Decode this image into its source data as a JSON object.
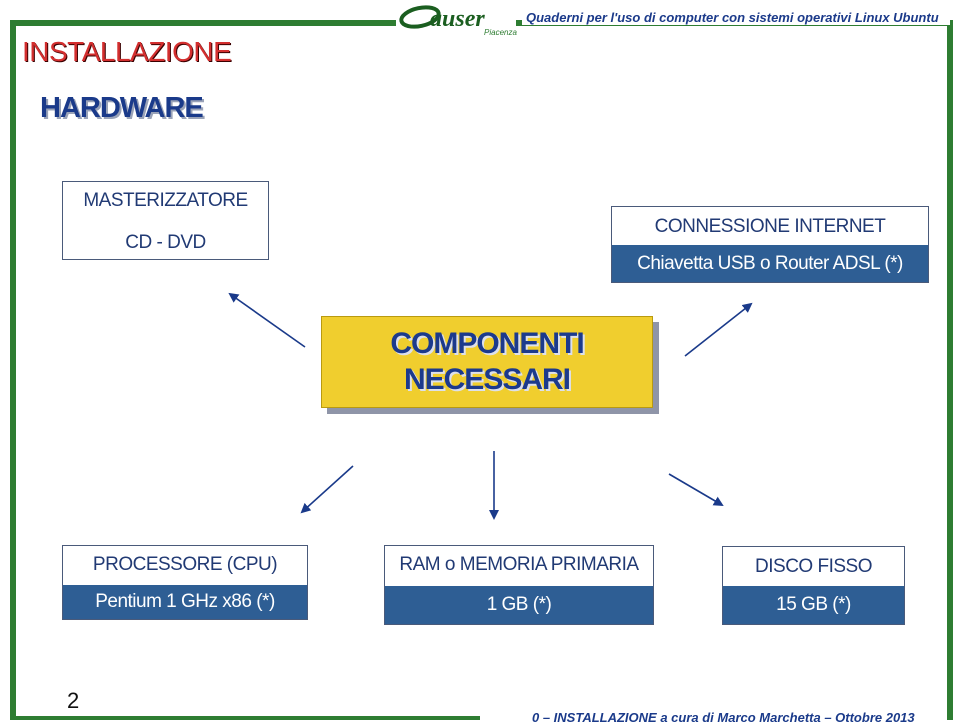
{
  "header": {
    "logo_text": "auser",
    "logo_sub": "Piacenza",
    "subtitle": "Quaderni per l'uso di computer con sistemi operativi Linux Ubuntu"
  },
  "titles": {
    "section": "INSTALLAZIONE",
    "subsection": "HARDWARE"
  },
  "center": {
    "line1": "COMPONENTI",
    "line2": "NECESSARI"
  },
  "components": {
    "burner": {
      "name": "MASTERIZZATORE",
      "detail": "CD - DVD"
    },
    "internet": {
      "name": "CONNESSIONE INTERNET",
      "detail": "Chiavetta USB o Router ADSL  (*)"
    },
    "cpu": {
      "name": "PROCESSORE (CPU)",
      "detail": "Pentium 1 GHz x86 (*)"
    },
    "ram": {
      "name": "RAM o MEMORIA PRIMARIA",
      "detail": "1 GB (*)"
    },
    "disk": {
      "name": "DISCO FISSO",
      "detail": "15 GB (*)"
    }
  },
  "footer": {
    "page_number": "2",
    "credit": "0 – INSTALLAZIONE a cura di Marco Marchetta – Ottobre 2013"
  },
  "colors": {
    "frame": "#2e7d32",
    "title_red": "#d32f2f",
    "navy": "#1a3a8a",
    "band_blue": "#2e5e94",
    "center_yellow": "#f0ce2e"
  }
}
